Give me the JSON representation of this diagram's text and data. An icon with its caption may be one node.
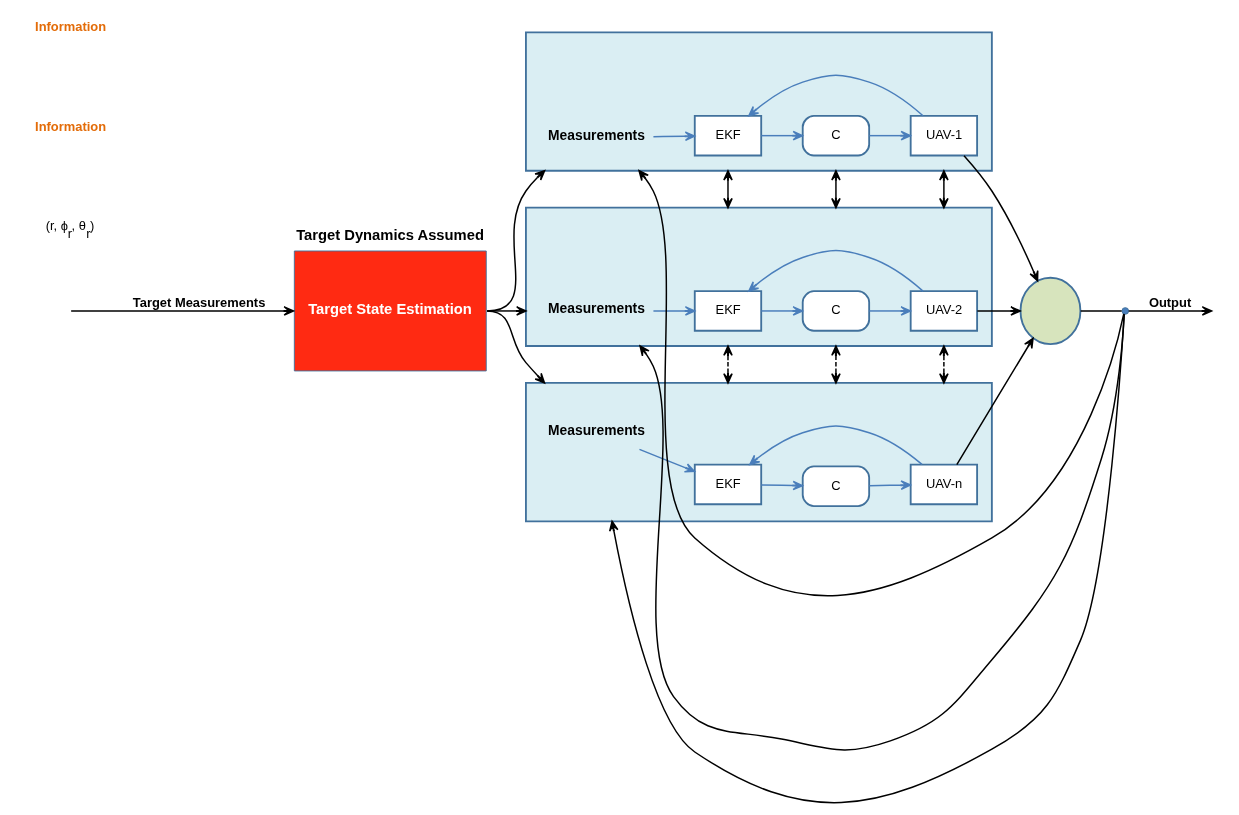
{
  "diagram": {
    "nodes": [
      {
        "text": [
          "Target State Estimation"
        ],
        "beside": [
          "Target Dynamics Assumed"
        ]
      },
      {
        "text": [],
        "shape": "box"
      },
      {
        "text": [
          "Measurements"
        ],
        "in": 1
      },
      {
        "text": [
          "EKF"
        ],
        "in": 1
      },
      {
        "text": [
          "C"
        ],
        "in": 1
      },
      {
        "text": [
          "UAV-1"
        ],
        "in": 1
      },
      {
        "text": [],
        "shape": "box"
      },
      {
        "text": [
          "Measurements"
        ],
        "in": 6
      },
      {
        "text": [
          "EKF"
        ],
        "in": 6
      },
      {
        "text": [
          "C"
        ],
        "in": 6
      },
      {
        "text": [
          "UAV-2"
        ],
        "in": 6
      },
      {
        "text": [],
        "shape": "box"
      },
      {
        "text": [
          "Measurements"
        ],
        "in": 11
      },
      {
        "text": [
          "EKF"
        ],
        "in": 11
      },
      {
        "text": [
          "C"
        ],
        "in": 11
      },
      {
        "text": [
          "UAV-n"
        ],
        "in": 11
      },
      {
        "text": [],
        "shape": "circle"
      },
      {
        "text": [],
        "shape": "dot"
      }
    ],
    "edges": [
      {
        "from": null,
        "to": 0,
        "arrow": "to",
        "label": "Target Measurements"
      },
      {
        "from": 0,
        "to": 1,
        "arrow": "to"
      },
      {
        "from": 0,
        "to": 6,
        "arrow": "to"
      },
      {
        "from": 0,
        "to": 11,
        "arrow": "to"
      },
      {
        "from": 2,
        "to": 3,
        "arrow": "to",
        "color": "#4a7ebb"
      },
      {
        "from": 3,
        "to": 4,
        "arrow": "to",
        "color": "#4a7ebb"
      },
      {
        "from": 4,
        "to": 5,
        "arrow": "to",
        "color": "#4a7ebb"
      },
      {
        "from": 5,
        "to": 3,
        "arrow": "to",
        "color": "#4a7ebb"
      },
      {
        "from": 7,
        "to": 8,
        "arrow": "to",
        "color": "#4a7ebb"
      },
      {
        "from": 8,
        "to": 9,
        "arrow": "to",
        "color": "#4a7ebb"
      },
      {
        "from": 9,
        "to": 10,
        "arrow": "to",
        "color": "#4a7ebb"
      },
      {
        "from": 10,
        "to": 8,
        "arrow": "to",
        "color": "#4a7ebb"
      },
      {
        "from": 12,
        "to": 13,
        "arrow": "to",
        "color": "#4a7ebb"
      },
      {
        "from": 13,
        "to": 14,
        "arrow": "to",
        "color": "#4a7ebb"
      },
      {
        "from": 14,
        "to": 15,
        "arrow": "to",
        "color": "#4a7ebb"
      },
      {
        "from": 15,
        "to": 13,
        "arrow": "to",
        "color": "#4a7ebb"
      },
      {
        "from": 1,
        "to": 6,
        "arrow": "both"
      },
      {
        "from": 1,
        "to": 6,
        "arrow": "both"
      },
      {
        "from": 1,
        "to": 6,
        "arrow": "both"
      },
      {
        "from": 6,
        "to": 11,
        "arrow": "both",
        "style": "dashed"
      },
      {
        "from": 6,
        "to": 11,
        "arrow": "both",
        "style": "dashed"
      },
      {
        "from": 6,
        "to": 11,
        "arrow": "both",
        "style": "dashed"
      },
      {
        "from": 5,
        "to": 16,
        "arrow": "to"
      },
      {
        "from": 10,
        "to": 16,
        "arrow": "to"
      },
      {
        "from": 15,
        "to": 16,
        "arrow": "to"
      },
      {
        "from": 16,
        "to": 17,
        "arrow": "none"
      },
      {
        "from": 17,
        "to": null,
        "arrow": "to",
        "label": "Output"
      },
      {
        "from": 17,
        "to": 1,
        "arrow": "to"
      },
      {
        "from": 17,
        "to": 6,
        "arrow": "to"
      },
      {
        "from": 17,
        "to": 11,
        "arrow": "to"
      }
    ],
    "labels": [
      "(r, ϕ$_{r}$, θ$_{r}$)",
      "Information",
      "Information"
    ]
  }
}
